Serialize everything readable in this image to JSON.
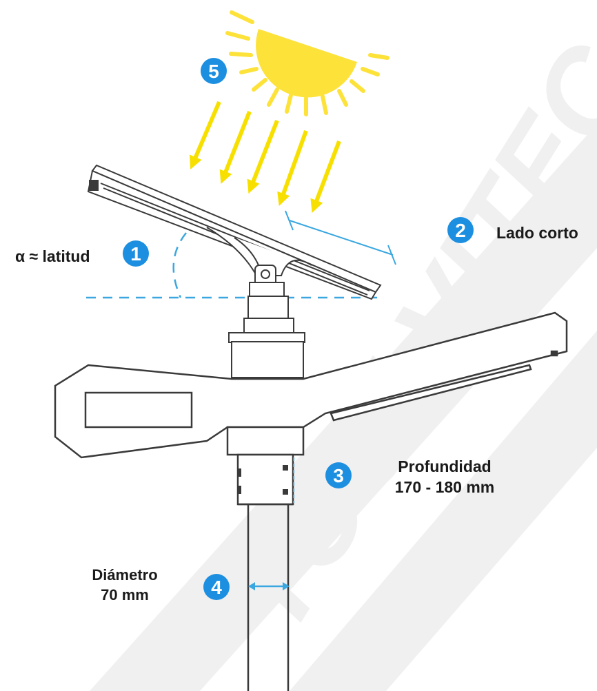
{
  "labels": {
    "angle": "α ≈ latitud",
    "short_side": "Lado corto",
    "depth_title": "Profundidad",
    "depth_value": "170 - 180 mm",
    "diameter_title": "Diámetro",
    "diameter_value": "70 mm"
  },
  "badges": [
    "1",
    "2",
    "3",
    "4",
    "5"
  ],
  "watermark_text": "TOOLVITEC",
  "icons": {
    "sun": "sun-icon",
    "sun_rays": "sun-ray-arrow-icon"
  },
  "colors": {
    "badge": "#1d8fe0",
    "sun": "#fde23a",
    "rays": "#f7e000",
    "dimension": "#3ba7e0",
    "outline": "#3a3a3a",
    "watermark": "#f0f0f0"
  }
}
